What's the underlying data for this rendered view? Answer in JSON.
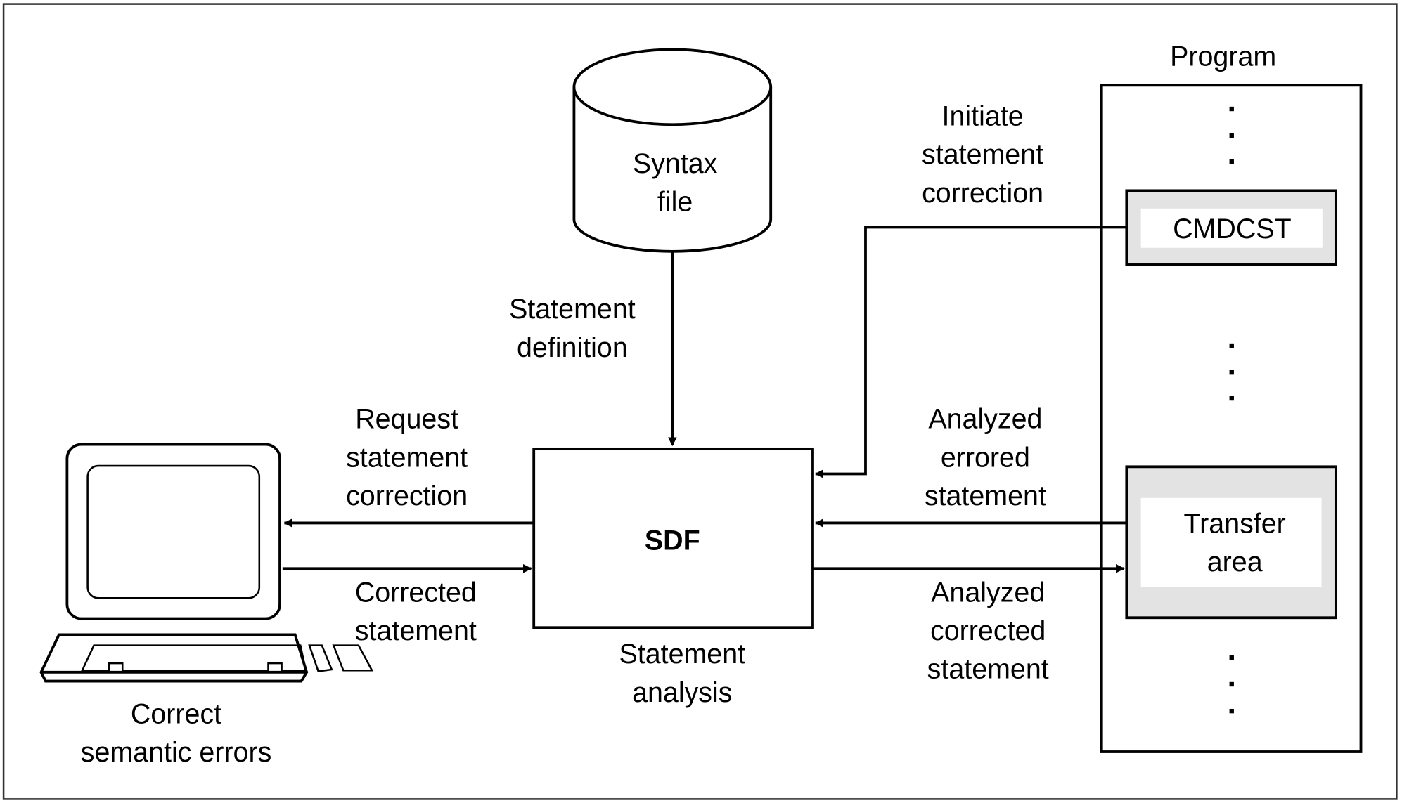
{
  "diagram": {
    "nodes": {
      "syntax_file": {
        "lines": [
          "Syntax",
          "file"
        ],
        "shape": "cylinder"
      },
      "sdf": {
        "label": "SDF",
        "caption": [
          "Statement",
          "analysis"
        ]
      },
      "terminal": {
        "caption": [
          "Correct",
          "semantic errors"
        ],
        "icon": "computer-terminal-icon"
      },
      "program": {
        "title": "Program",
        "cmdcst": "CMDCST",
        "transfer_area": [
          "Transfer",
          "area"
        ]
      }
    },
    "edges": {
      "statement_definition": [
        "Statement",
        "definition"
      ],
      "request_correction": [
        "Request",
        "statement",
        "correction"
      ],
      "corrected_statement": [
        "Corrected",
        "statement"
      ],
      "initiate_correction": [
        "Initiate",
        "statement",
        "correction"
      ],
      "analyzed_errored": [
        "Analyzed",
        "errored",
        "statement"
      ],
      "analyzed_corrected": [
        "Analyzed",
        "corrected",
        "statement"
      ]
    },
    "colors": {
      "line": "#000000",
      "shaded_box": "#e3e3e3",
      "background": "#ffffff"
    }
  }
}
